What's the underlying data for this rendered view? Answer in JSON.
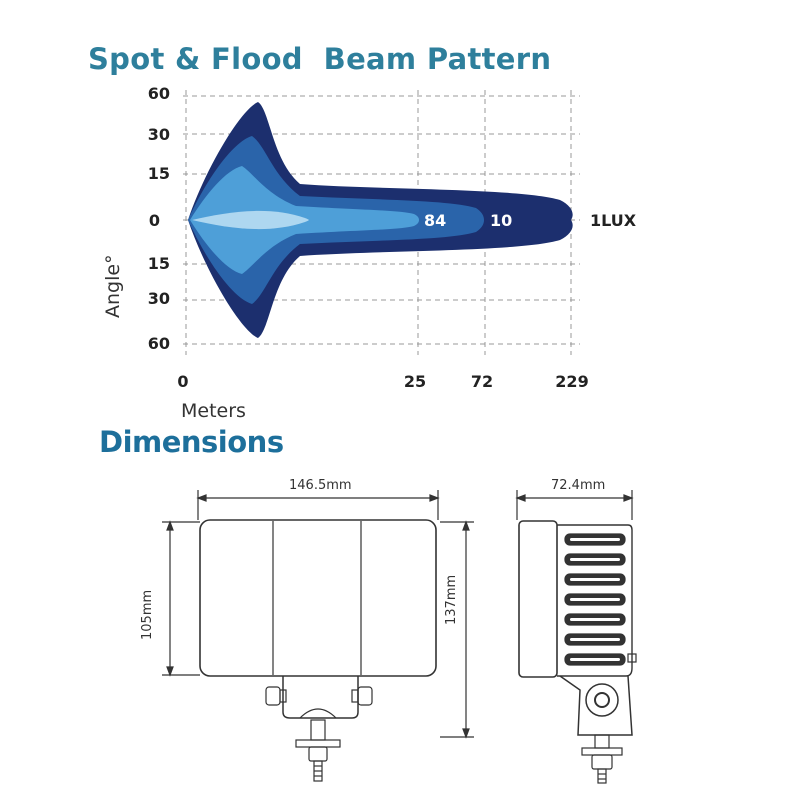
{
  "beam": {
    "title": "Spot & Flood  Beam Pattern",
    "angle_ticks": [
      "60",
      "30",
      "15",
      "0",
      "15",
      "30",
      "60"
    ],
    "angle_axis_title": "Angle°",
    "distance_ticks": [
      "0",
      "25",
      "72",
      "229"
    ],
    "distance_axis_title": "Meters",
    "lux_labels": [
      "84",
      "10"
    ],
    "outer_label": "1LUX",
    "colors": {
      "outer": "#1c2f6e",
      "mid": "#2a64aa",
      "inner": "#4e9fd8",
      "core": "#bfe1f5",
      "grid": "#999999"
    }
  },
  "dimensions": {
    "title": "Dimensions",
    "front_width": "146.5mm",
    "front_height": "105mm",
    "overall_height": "137mm",
    "side_depth": "72.4mm"
  }
}
